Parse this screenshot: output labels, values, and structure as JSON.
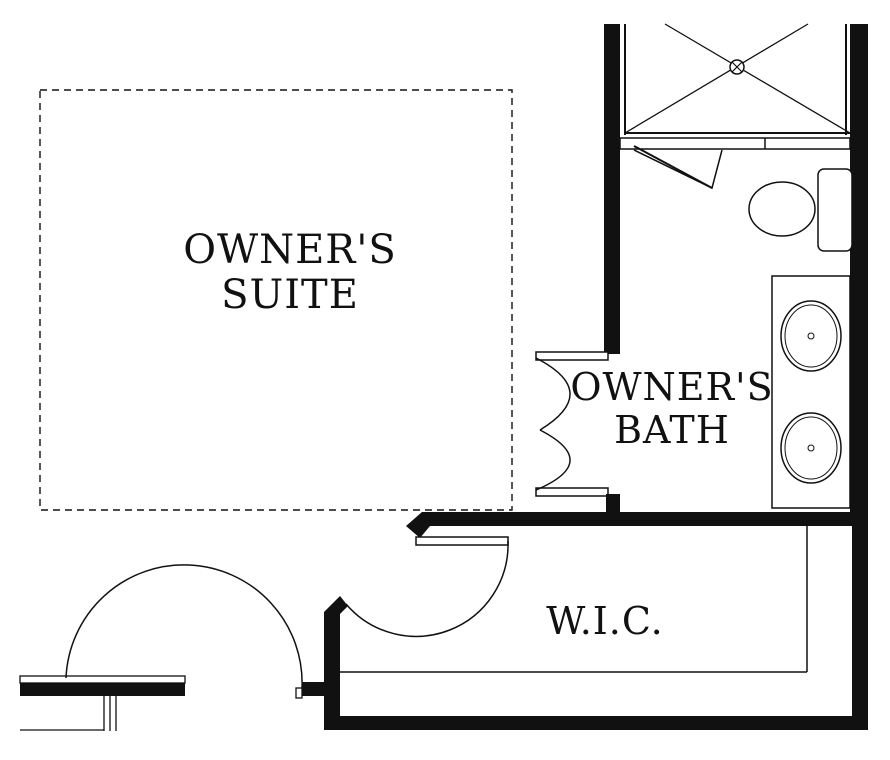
{
  "rooms": {
    "owners_suite": "OWNER'S\nSUITE",
    "owners_bath": "OWNER'S\nBATH",
    "wic": "W.I.C."
  },
  "colors": {
    "line": "#111111",
    "background": "#ffffff"
  }
}
